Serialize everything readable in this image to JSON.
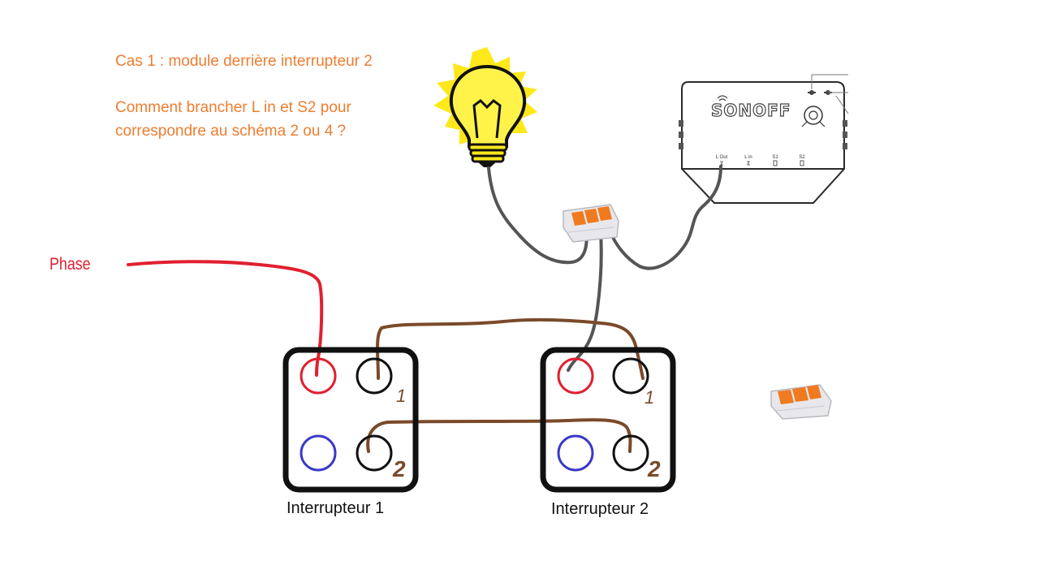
{
  "notes": {
    "line1": "Cas 1 : module derrière interrupteur 2",
    "line2": "Comment brancher L in et S2 pour",
    "line3": "correspondre au schéma 2 ou 4 ?"
  },
  "phase_label": "Phase",
  "switch1": {
    "caption": "Interrupteur 1",
    "terminal_top": "1",
    "terminal_bottom": "2"
  },
  "switch2": {
    "caption": "Interrupteur 2",
    "terminal_top": "1",
    "terminal_bottom": "2"
  },
  "module": {
    "brand": "SONOFF",
    "terminals": [
      "L Out",
      "L in",
      "S1",
      "S2"
    ]
  },
  "colors": {
    "phase_wire": "#e02030",
    "traveler_wire": "#7a4a2a",
    "lamp_wire": "#555555",
    "text_orange": "#ed7d31",
    "red_terminal": "#e02030",
    "blue_terminal": "#3a3ac8",
    "connector_orange": "#f07a20"
  },
  "icons": [
    "light-bulb-icon",
    "wago-connector-icon",
    "sonoff-module-icon",
    "wifi-icon"
  ]
}
